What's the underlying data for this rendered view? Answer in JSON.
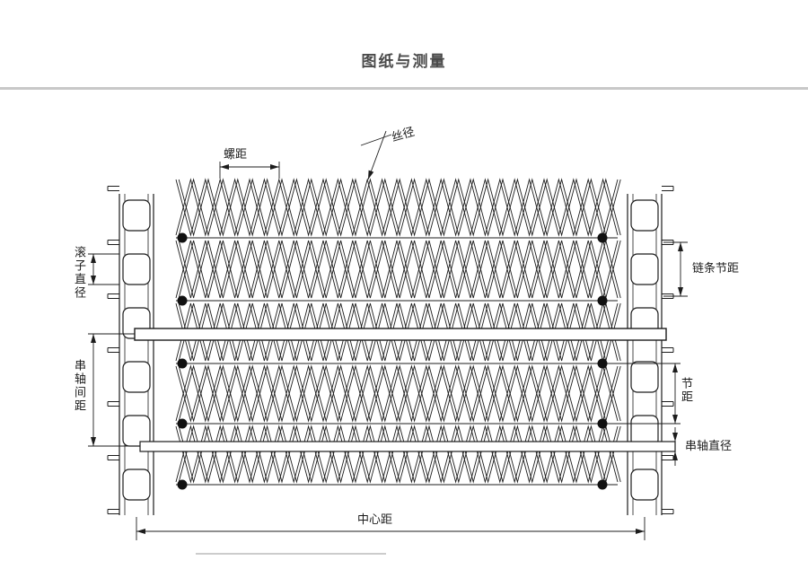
{
  "page": {
    "title": "图纸与测量"
  },
  "diagram": {
    "labels": {
      "screw_pitch": "螺距",
      "wire_diameter": "丝径",
      "roller_diameter": "滚子直径",
      "rod_spacing": "串轴间距",
      "chain_pitch": "链条节距",
      "pitch": "节距",
      "rod_diameter": "串轴直径",
      "center_distance": "中心距"
    },
    "colors": {
      "line": "#1c1c1c",
      "dot": "#111111",
      "divider": "#c8c8c8",
      "title": "#4a4a4a"
    }
  }
}
